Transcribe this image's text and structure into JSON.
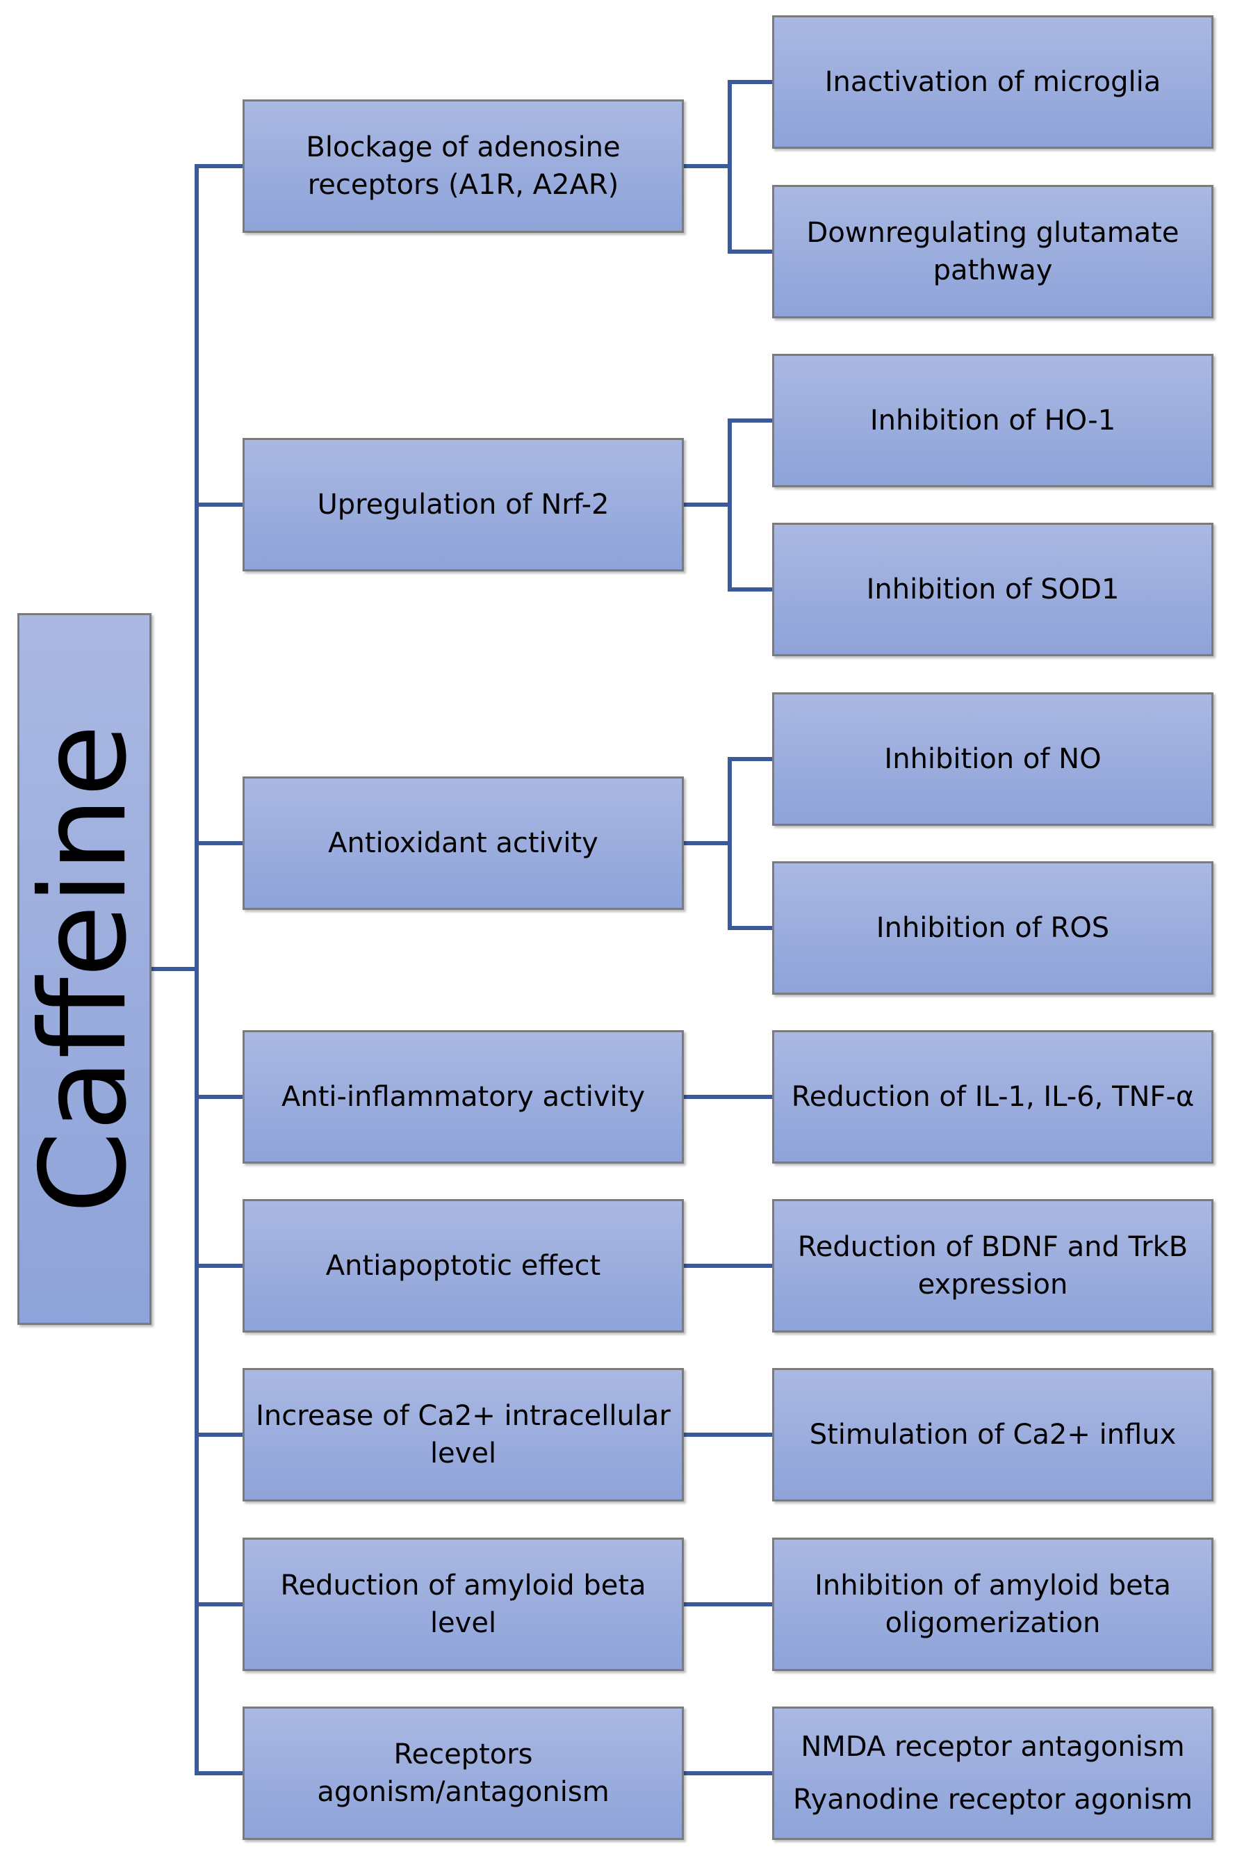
{
  "root": {
    "label": "Caffeine"
  },
  "branches": [
    {
      "label": [
        "Blockage of adenosine",
        "receptors (A1R, A2AR)"
      ],
      "effects": [
        {
          "lines": [
            "Inactivation of microglia"
          ]
        },
        {
          "lines": [
            "Downregulating glutamate",
            "pathway"
          ]
        }
      ]
    },
    {
      "label": [
        "Upregulation of Nrf-2"
      ],
      "effects": [
        {
          "lines": [
            "Inhibition of HO-1"
          ]
        },
        {
          "lines": [
            "Inhibition of SOD1"
          ]
        }
      ]
    },
    {
      "label": [
        "Antioxidant activity"
      ],
      "effects": [
        {
          "lines": [
            "Inhibition of NO"
          ]
        },
        {
          "lines": [
            "Inhibition of ROS"
          ]
        }
      ]
    },
    {
      "label": [
        "Anti-inflammatory activity"
      ],
      "effects": [
        {
          "lines": [
            "Reduction of IL-1, IL-6, TNF-α"
          ]
        }
      ]
    },
    {
      "label": [
        "Antiapoptotic effect"
      ],
      "effects": [
        {
          "lines": [
            "Reduction of BDNF and TrkB",
            "expression"
          ]
        }
      ]
    },
    {
      "label": [
        "Increase of Ca2+ intracellular",
        "level"
      ],
      "effects": [
        {
          "lines": [
            "Stimulation of Ca2+ influx"
          ]
        }
      ]
    },
    {
      "label": [
        "Reduction of amyloid beta",
        "level"
      ],
      "effects": [
        {
          "lines": [
            "Inhibition of amyloid beta",
            "oligomerization"
          ]
        }
      ]
    },
    {
      "label": [
        "Receptors",
        "agonism/antagonism"
      ],
      "effects": [
        {
          "lines": [
            "NMDA receptor antagonism",
            "Ryanodine receptor agonism"
          ],
          "spaced": true
        }
      ]
    }
  ],
  "colors": {
    "box_fill_top": "#aab8e2",
    "box_fill_bottom": "#8ea3d9",
    "box_border": "#7b7b7b",
    "connector": "#3a5a9c"
  }
}
